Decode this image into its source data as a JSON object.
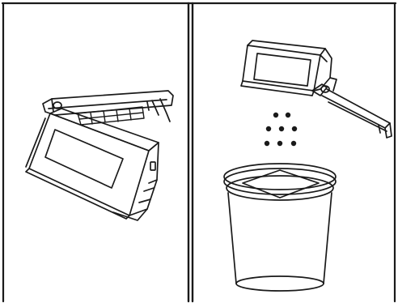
{
  "figure": {
    "panel_count": 2,
    "line_color": "#1a1a1a",
    "background_color": "#ffffff",
    "panels": [
      {
        "id": "left",
        "depicts": [
          "dust-bin-body",
          "open-lid"
        ]
      },
      {
        "id": "right",
        "depicts": [
          "tilted-dust-bin",
          "open-lid",
          "falling-dust",
          "trash-can"
        ]
      }
    ]
  }
}
